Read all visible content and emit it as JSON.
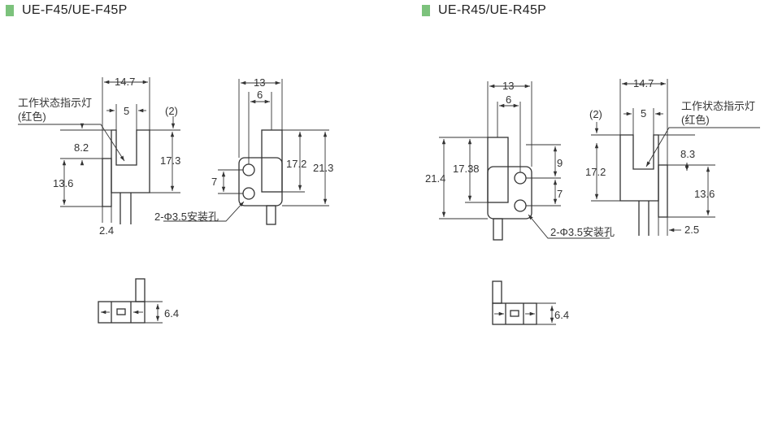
{
  "colors": {
    "accent": "#7cc27c",
    "line": "#333333"
  },
  "left": {
    "model": "UE-F45/UE-F45P",
    "label_line1": "工作状态指示灯",
    "label_line2": "(红色)",
    "dims": {
      "w14_7": "14.7",
      "w5": "5",
      "p2": "(2)",
      "h8_2": "8.2",
      "h17_3": "17.3",
      "h13_6": "13.6",
      "w2_4": "2.4",
      "w13": "13",
      "w6": "6",
      "h7": "7",
      "h17_2": "17.2",
      "h21_3": "21.3",
      "holes": "2-Φ3.5安装孔",
      "h6_4": "6.4"
    }
  },
  "right": {
    "model": "UE-R45/UE-R45P",
    "label_line1": "工作状态指示灯",
    "label_line2": "(红色)",
    "dims": {
      "w13": "13",
      "w6": "6",
      "h21_4": "21.4",
      "h17_38": "17.38",
      "h9": "9",
      "h7": "7",
      "holes": "2-Φ3.5安装孔",
      "w14_7": "14.7",
      "p2": "(2)",
      "w5": "5",
      "h17_2": "17.2",
      "h8_3": "8.3",
      "h13_6": "13.6",
      "w2_5": "2.5",
      "h6_4": "6.4"
    }
  }
}
